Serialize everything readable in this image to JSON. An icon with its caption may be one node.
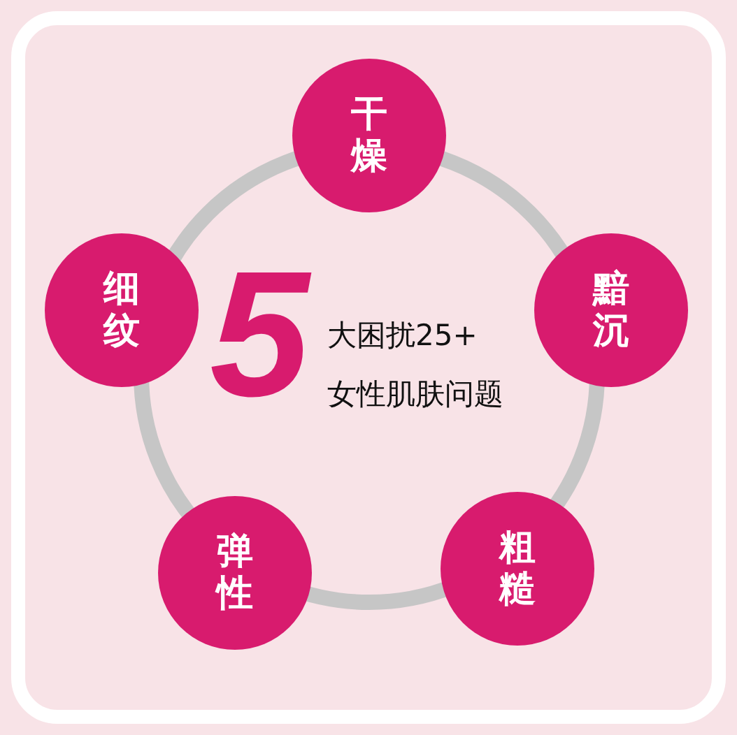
{
  "diagram": {
    "nodes": [
      {
        "text": [
          "干燥"
        ]
      },
      {
        "text": [
          "黯沉"
        ]
      },
      {
        "text": [
          "粗糙"
        ]
      },
      {
        "text": [
          "弹性"
        ]
      },
      {
        "text": [
          "细纹"
        ]
      }
    ],
    "labels": [
      "5",
      "大困扰25+",
      "女性肌肤问题"
    ]
  }
}
